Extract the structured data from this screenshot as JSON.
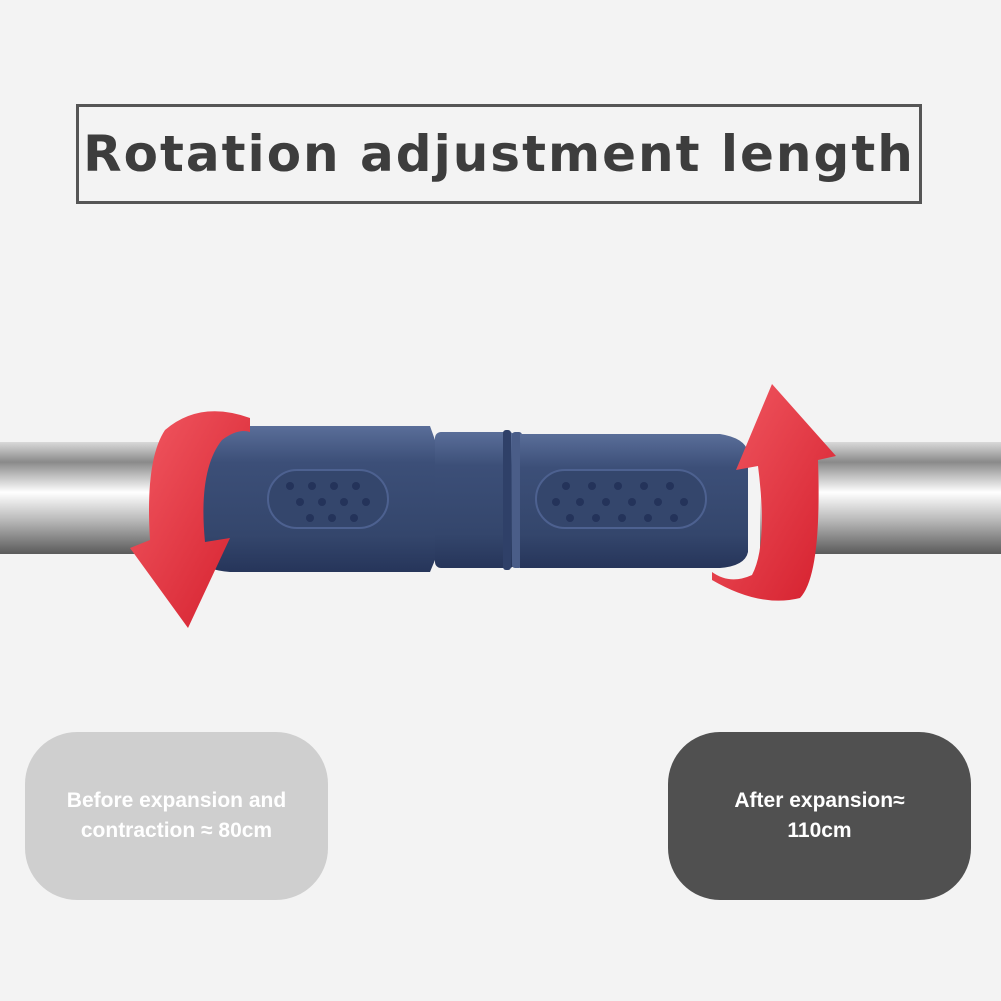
{
  "title": "Rotation adjustment length",
  "labels": {
    "before_line1": "Before expansion and",
    "before_line2": "contraction ≈ 80cm",
    "after_line1": "After expansion≈",
    "after_line2": "110cm"
  },
  "colors": {
    "background": "#f3f3f3",
    "grip": "#3c4f78",
    "arrow": "#e8303c",
    "bar": "#9a9a9a",
    "pill_before": "#cfcfcf",
    "pill_after": "#505050"
  },
  "icons": [
    "rotate-down-arrow-icon",
    "rotate-up-arrow-icon"
  ]
}
